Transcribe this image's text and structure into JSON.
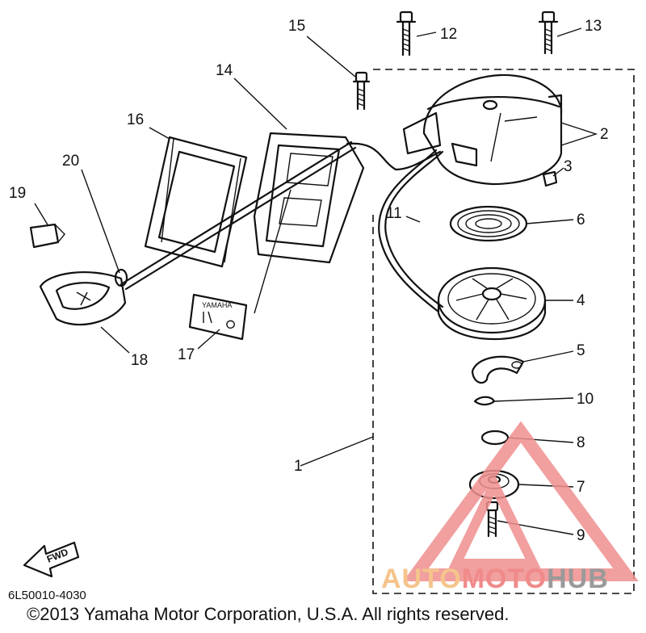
{
  "callouts": [
    "1",
    "2",
    "3",
    "4",
    "5",
    "6",
    "7",
    "8",
    "9",
    "10",
    "11",
    "12",
    "13",
    "14",
    "15",
    "16",
    "17",
    "18",
    "19",
    "20"
  ],
  "decal_text": "YAMAHA",
  "fwd_label": "FWD",
  "part_code": "6L50010-4030",
  "copyright": "©2013 Yamaha Motor Corporation, U.S.A. All rights reserved.",
  "watermark": {
    "part1": "AUTO",
    "part2": "MOTO",
    "part3": "HUB",
    "color1": "#f5c48c",
    "color2": "#f08a8a",
    "color3": "#9a9a9a",
    "mark_color": "#ef8f8f"
  }
}
